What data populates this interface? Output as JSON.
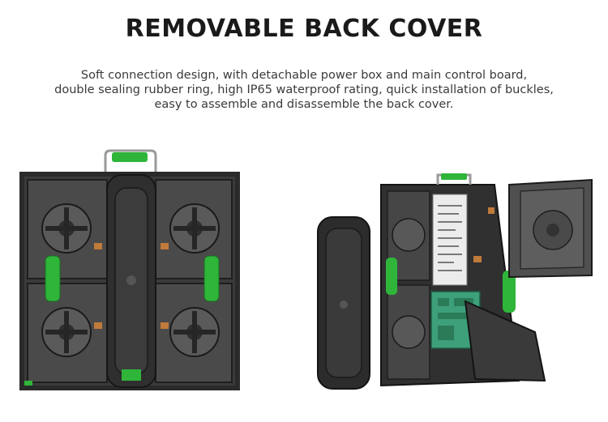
{
  "title": "REMOVABLE BACK COVER",
  "description": {
    "line1": "Soft connection design, with detachable power box and main control board,",
    "line2": "double sealing rubber ring, high IP65 waterproof rating, quick installation of buckles,",
    "line3": "easy to assemble and disassemble the back cover."
  },
  "colors": {
    "handle_green": "#2fb53a",
    "frame_dark": "#2a2a2a",
    "panel_gray": "#4a4a4a",
    "board_green": "#3da07a",
    "orange_latch": "#c07a3a"
  },
  "icons": {
    "left_product": "led-cabinet-back-icon",
    "right_product": "led-cabinet-exploded-icon"
  }
}
